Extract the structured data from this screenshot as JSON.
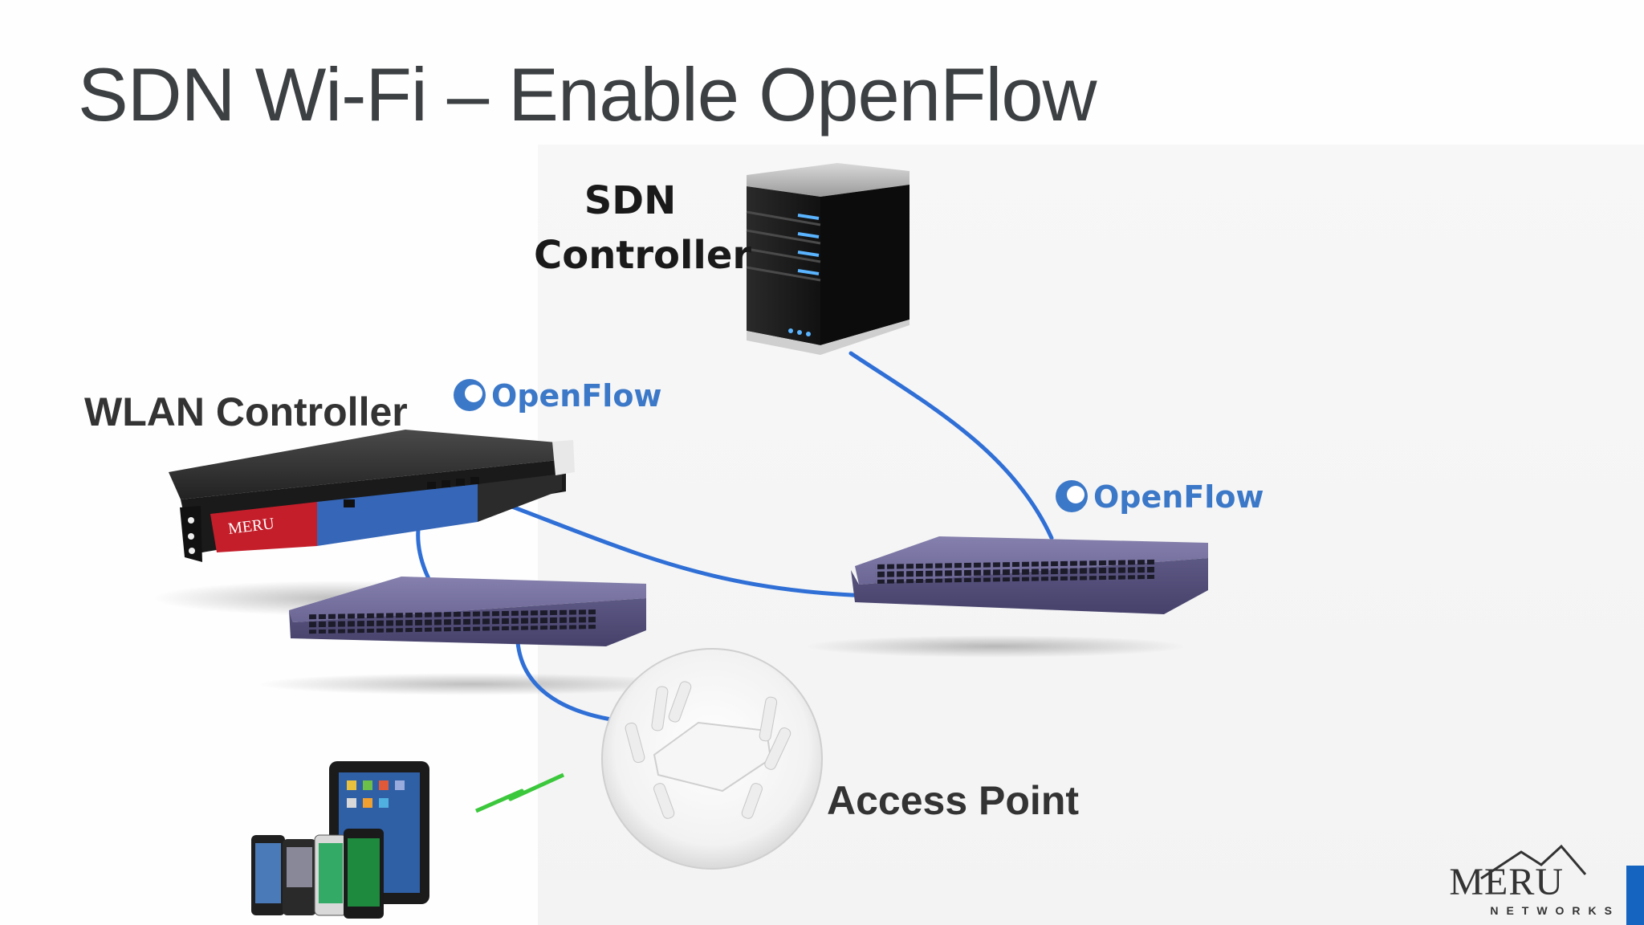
{
  "slide": {
    "title": "SDN Wi-Fi – Enable OpenFlow"
  },
  "labels": {
    "sdn_controller_line1": "SDN",
    "sdn_controller_line2": "Controller",
    "wlan_controller": "WLAN Controller",
    "access_point": "Access Point"
  },
  "badges": {
    "openflow_1": "OpenFlow",
    "openflow_2": "OpenFlow"
  },
  "device_text": {
    "controller_brand": "MERU"
  },
  "brand": {
    "name": "MERU",
    "sub": "NETWORKS"
  },
  "colors": {
    "cable": "#2f6fd6",
    "switch": "#6e6a96",
    "openflow_blue": "#3c78c8",
    "wireless": "#3cc83c",
    "brand_bar": "#1565c0"
  }
}
